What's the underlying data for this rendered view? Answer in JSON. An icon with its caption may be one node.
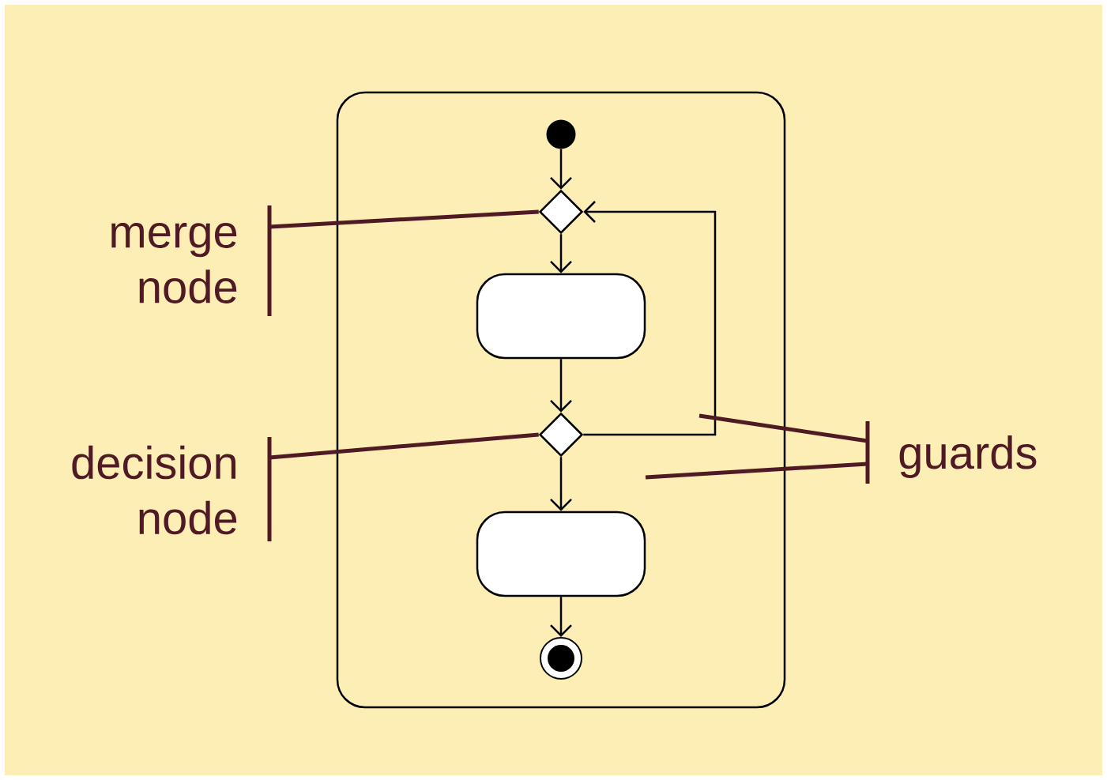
{
  "diagram": {
    "nodes": [
      {
        "text": [],
        "shape": "box"
      },
      {
        "text": [],
        "shape": "circle",
        "in": 0
      },
      {
        "text": [],
        "shape": "diamond",
        "in": 0
      },
      {
        "text": [],
        "shape": "box",
        "in": 0
      },
      {
        "text": [],
        "shape": "diamond",
        "in": 0
      },
      {
        "text": [],
        "shape": "box",
        "in": 0
      },
      {
        "text": [],
        "shape": "bullseye",
        "in": 0
      },
      {
        "text": [
          "merge node"
        ]
      },
      {
        "text": [
          "decision node"
        ]
      },
      {
        "text": [
          "guards"
        ]
      }
    ],
    "edges": [
      {
        "from": 1,
        "to": 2,
        "arrow": "to"
      },
      {
        "from": 2,
        "to": 3,
        "arrow": "to"
      },
      {
        "from": 3,
        "to": 4,
        "arrow": "to"
      },
      {
        "from": 4,
        "to": 5,
        "arrow": "to"
      },
      {
        "from": 5,
        "to": 6,
        "arrow": "to"
      },
      {
        "from": 4,
        "to": 2,
        "arrow": "to"
      },
      {
        "from": 7,
        "to": 2,
        "arrow": "none",
        "style": "thick",
        "color": "#4f1a24"
      },
      {
        "from": 8,
        "to": 4,
        "arrow": "none",
        "style": "thick",
        "color": "#4f1a24"
      },
      {
        "from": 9,
        "to": null,
        "arrow": "none",
        "style": "thick",
        "color": "#4f1a24"
      },
      {
        "from": 9,
        "to": null,
        "arrow": "none",
        "style": "thick",
        "color": "#4f1a24"
      }
    ]
  }
}
